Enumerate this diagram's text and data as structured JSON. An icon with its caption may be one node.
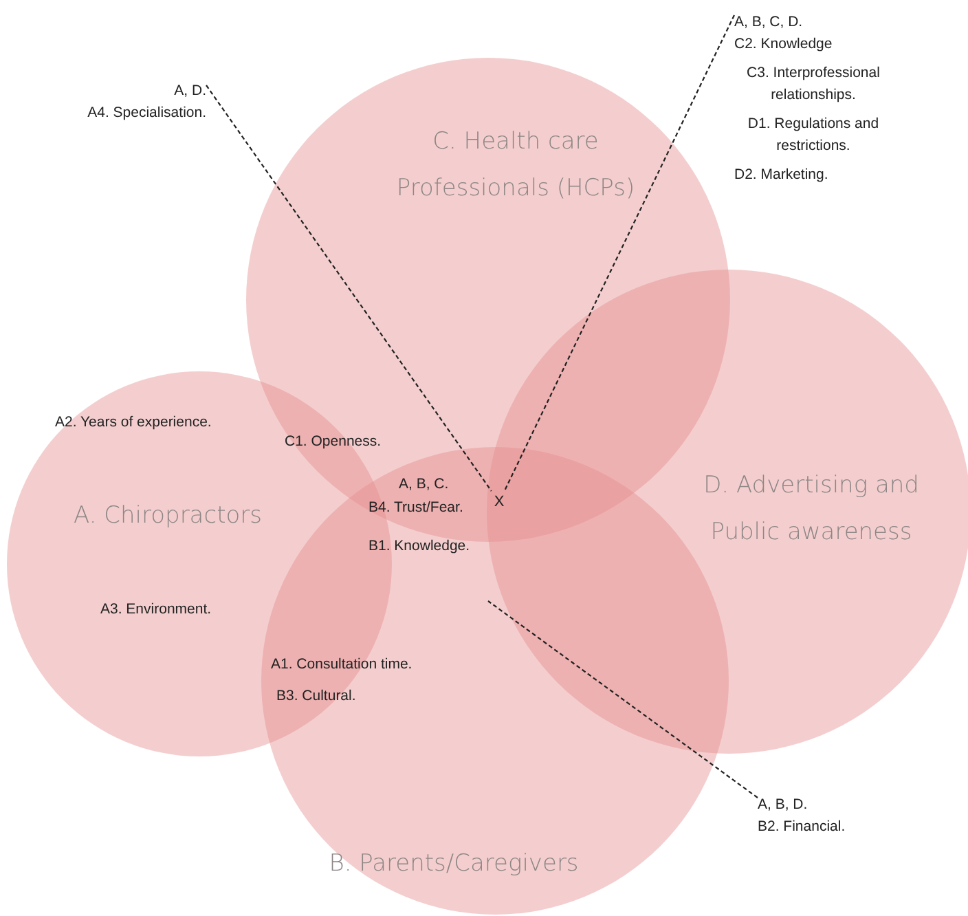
{
  "diagram": {
    "nodes": [
      {
        "text": [
          "C. Health care Professionals (HCPs)"
        ]
      },
      {
        "text": [
          "A. Chiropractors"
        ]
      },
      {
        "text": [
          "D. Advertising and Public awareness"
        ]
      },
      {
        "text": [
          "B. Parents/Caregivers"
        ]
      },
      {
        "text": [
          "A, D.",
          "A4. Specialisation."
        ]
      },
      {
        "text": [
          "A, B, C, D.",
          "C2. Knowledge",
          "C3. Interprofessional relationships.",
          "D1. Regulations and restrictions.",
          "D2. Marketing."
        ]
      },
      {
        "text": [
          "A, B, D.",
          "B2. Financial."
        ]
      },
      {
        "text": [
          "X"
        ]
      }
    ],
    "edges": [
      {
        "from": 4,
        "to": 7,
        "arrow": "none",
        "style": "dashed"
      },
      {
        "from": 5,
        "to": 7,
        "arrow": "none",
        "style": "dashed"
      },
      {
        "from": 6,
        "to": 3,
        "arrow": "none",
        "style": "dashed"
      }
    ],
    "labels": [
      "A2. Years of experience.",
      "C1. Openness.",
      "A, B, C.",
      "B4. Trust/Fear.",
      "B1. Knowledge.",
      "A3. Environment.",
      "A1. Consultation time.",
      "B3. Cultural."
    ]
  }
}
